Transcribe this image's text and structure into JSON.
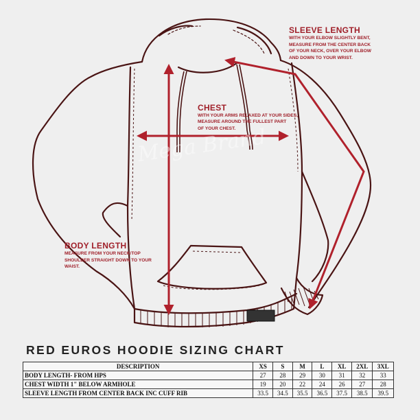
{
  "callouts": {
    "sleeve": {
      "title": "SLEEVE LENGTH",
      "lines": [
        "WITH YOUR ELBOW SLIGHTLY BENT,",
        "MEASURE FROM THE CENTER BACK",
        "OF YOUR NECK, OVER YOUR ELBOW",
        "AND DOWN TO YOUR WRIST."
      ]
    },
    "chest": {
      "title": "CHEST",
      "lines": [
        "WITH YOUR ARMS RELAXED AT YOUR SIDES,",
        "MEASURE AROUND THE FULLEST PART",
        "OF YOUR CHEST."
      ]
    },
    "body": {
      "title": "BODY LENGTH",
      "lines": [
        "MEASURE FROM YOUR NECK/TOP",
        "SHOULDER STRAIGHT DOWN TO YOUR",
        "WAIST."
      ]
    }
  },
  "chart_title": "RED EUROS HOODIE SIZING CHART",
  "table": {
    "headers": [
      "DESCRIPTION",
      "XS",
      "S",
      "M",
      "L",
      "XL",
      "2XL",
      "3XL"
    ],
    "rows": [
      {
        "label": "BODY LENGTH- FROM HPS",
        "values": [
          "27",
          "28",
          "29",
          "30",
          "31",
          "32",
          "33"
        ]
      },
      {
        "label": "CHEST WIDTH 1\" BELOW ARMHOLE",
        "values": [
          "19",
          "20",
          "22",
          "24",
          "26",
          "27",
          "28"
        ]
      },
      {
        "label": "SLEEVE LENGTH FROM CENTER BACK INC CUFF RIB",
        "values": [
          "33.5",
          "34.5",
          "35.5",
          "36.5",
          "37.5",
          "38.5",
          "39.5"
        ]
      }
    ]
  },
  "colors": {
    "accent": "#a0202a",
    "outline": "#4a1414",
    "background": "#efefef"
  }
}
